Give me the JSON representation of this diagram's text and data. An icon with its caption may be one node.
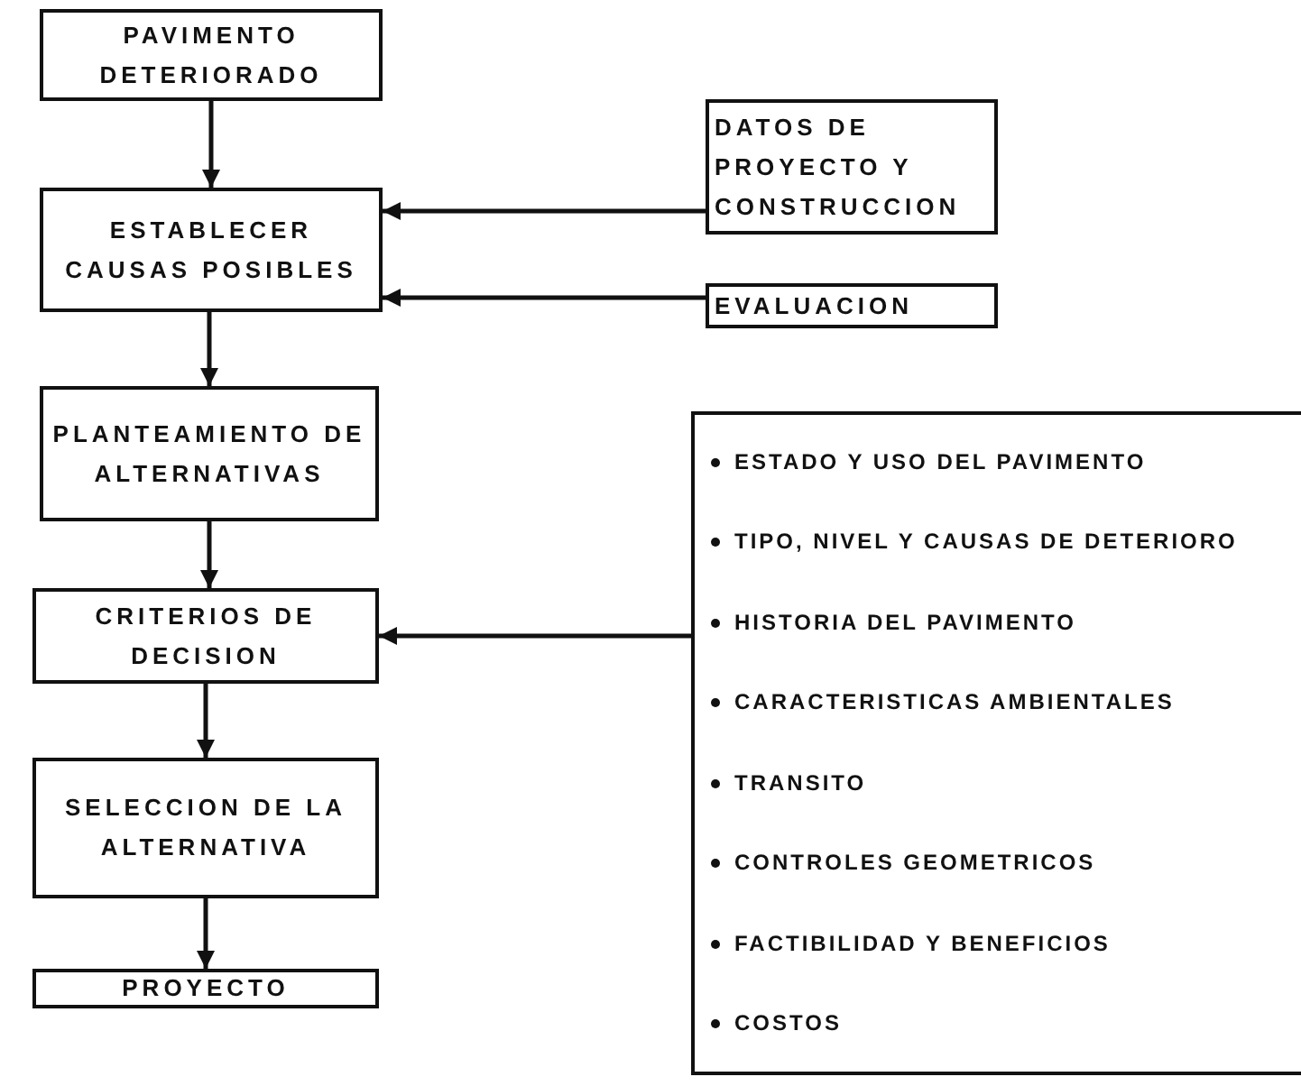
{
  "diagram": {
    "nodes": [
      {
        "text": [
          "PAVIMENTO DETERIORADO"
        ]
      },
      {
        "text": [
          "ESTABLECER CAUSAS POSIBLES"
        ]
      },
      {
        "text": [
          "DATOS DE PROYECTO Y CONSTRUCCION"
        ]
      },
      {
        "text": [
          "EVALUACION"
        ]
      },
      {
        "text": [
          "PLANTEAMIENTO DE ALTERNATIVAS"
        ]
      },
      {
        "text": [
          "CRITERIOS DE DECISION"
        ]
      },
      {
        "text": [
          "SELECCION DE LA ALTERNATIVA"
        ]
      },
      {
        "text": [
          "PROYECTO"
        ]
      },
      {
        "text": [
          "ESTADO Y USO DEL PAVIMENTO",
          "TIPO, NIVEL Y CAUSAS DE DETERIORO",
          "HISTORIA DEL PAVIMENTO",
          "CARACTERISTICAS AMBIENTALES",
          "TRANSITO",
          "CONTROLES GEOMETRICOS",
          "FACTIBILIDAD Y BENEFICIOS",
          "COSTOS"
        ]
      }
    ],
    "edges": [
      {
        "from": 0,
        "to": 1,
        "arrow": "to"
      },
      {
        "from": 2,
        "to": 1,
        "arrow": "to"
      },
      {
        "from": 3,
        "to": 1,
        "arrow": "to"
      },
      {
        "from": 1,
        "to": 4,
        "arrow": "to"
      },
      {
        "from": 4,
        "to": 5,
        "arrow": "to"
      },
      {
        "from": 8,
        "to": 5,
        "arrow": "to"
      },
      {
        "from": 5,
        "to": 6,
        "arrow": "to"
      },
      {
        "from": 6,
        "to": 7,
        "arrow": "to"
      }
    ]
  }
}
